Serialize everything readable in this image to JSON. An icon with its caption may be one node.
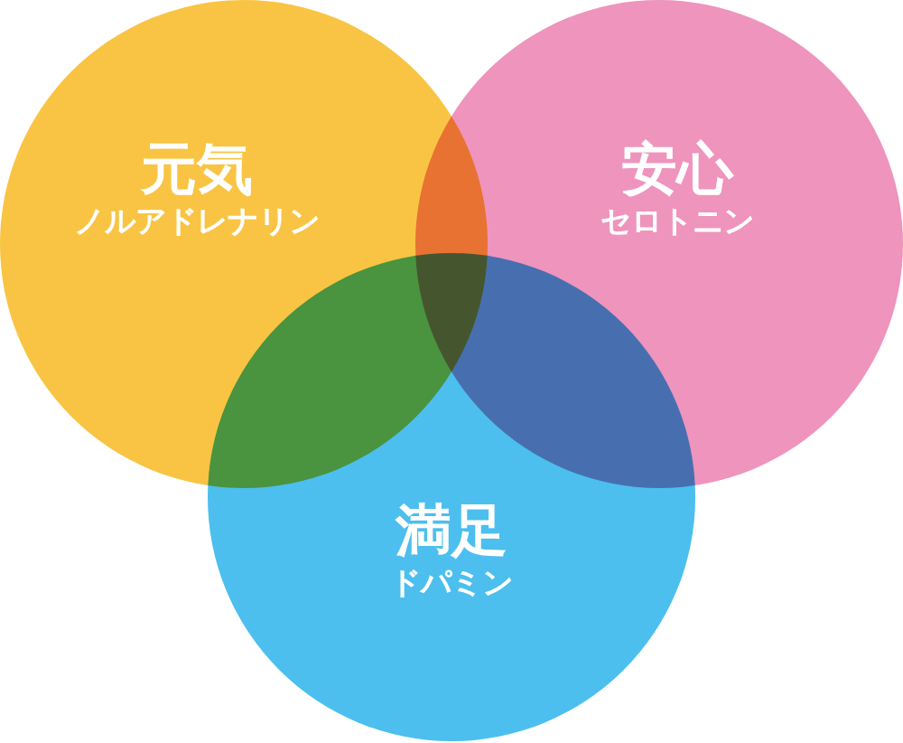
{
  "diagram": {
    "nodes": [
      {
        "text": [
          "元気",
          "ノルアドレナリン"
        ]
      },
      {
        "text": [
          "安心",
          "セロトニン"
        ]
      },
      {
        "text": [
          "満足",
          "ドパミン"
        ]
      }
    ]
  }
}
